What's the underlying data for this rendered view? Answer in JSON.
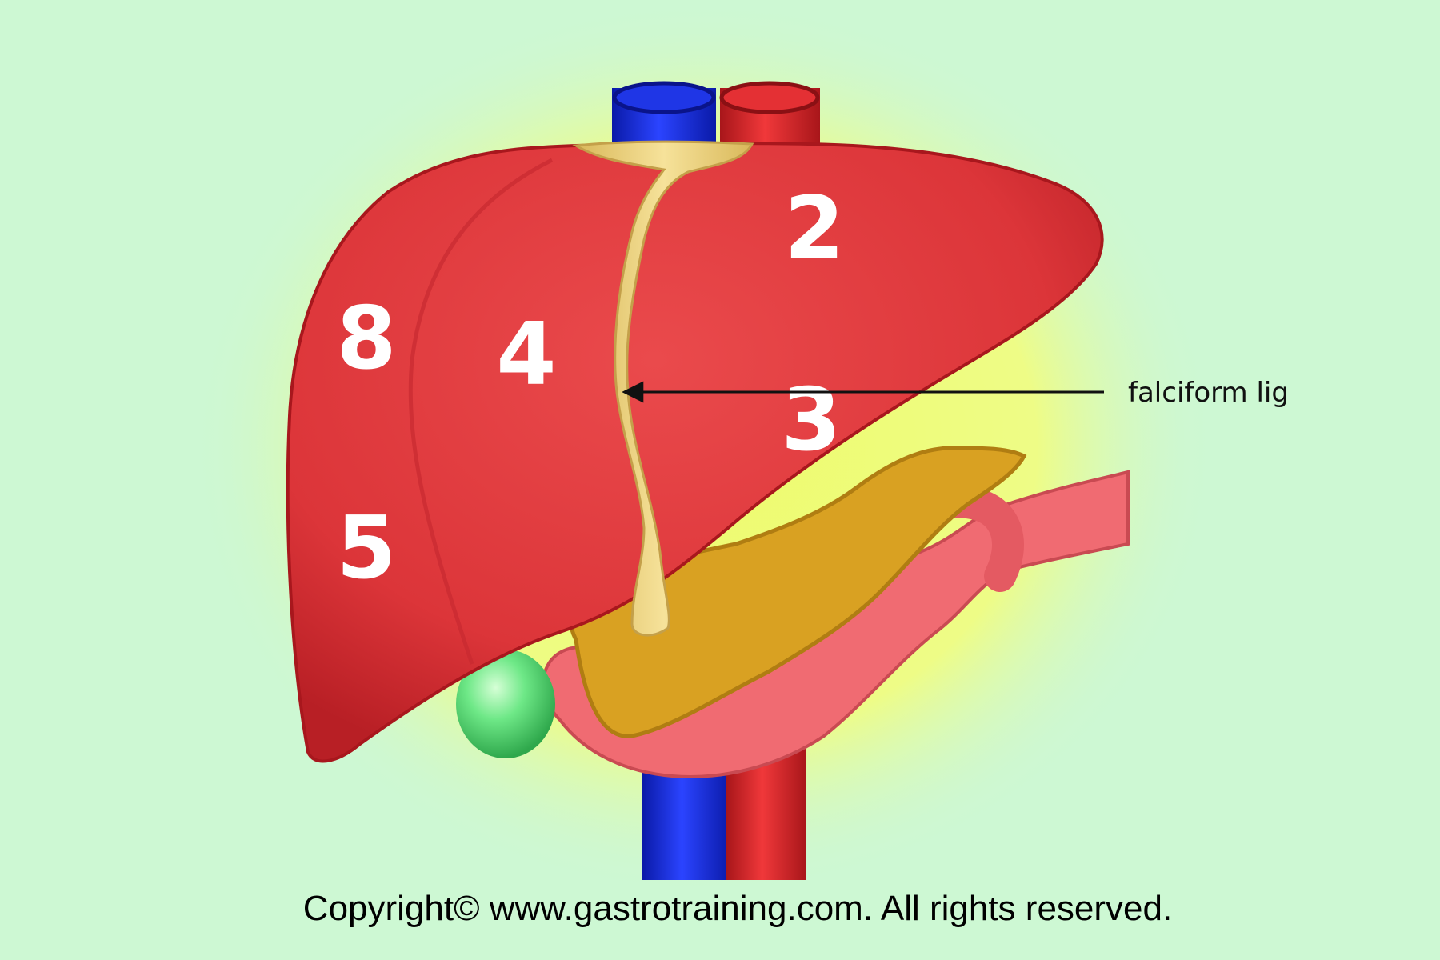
{
  "segments": {
    "s2": "2",
    "s3": "3",
    "s4": "4",
    "s5": "5",
    "s8": "8"
  },
  "callout": {
    "label": "falciform lig"
  },
  "footer": {
    "copyright": "Copyright© www.gastrotraining.com. All rights reserved."
  },
  "colors": {
    "background": "#cdf8d3",
    "glow": "#eafc7a",
    "liver": "#e0373d",
    "ivc": "#1a2fd6",
    "aorta": "#d62a2a",
    "ligament": "#ecd27a",
    "pancreas": "#d9a122",
    "duodenum": "#f06b72",
    "gallbladder": "#5fe07a"
  }
}
